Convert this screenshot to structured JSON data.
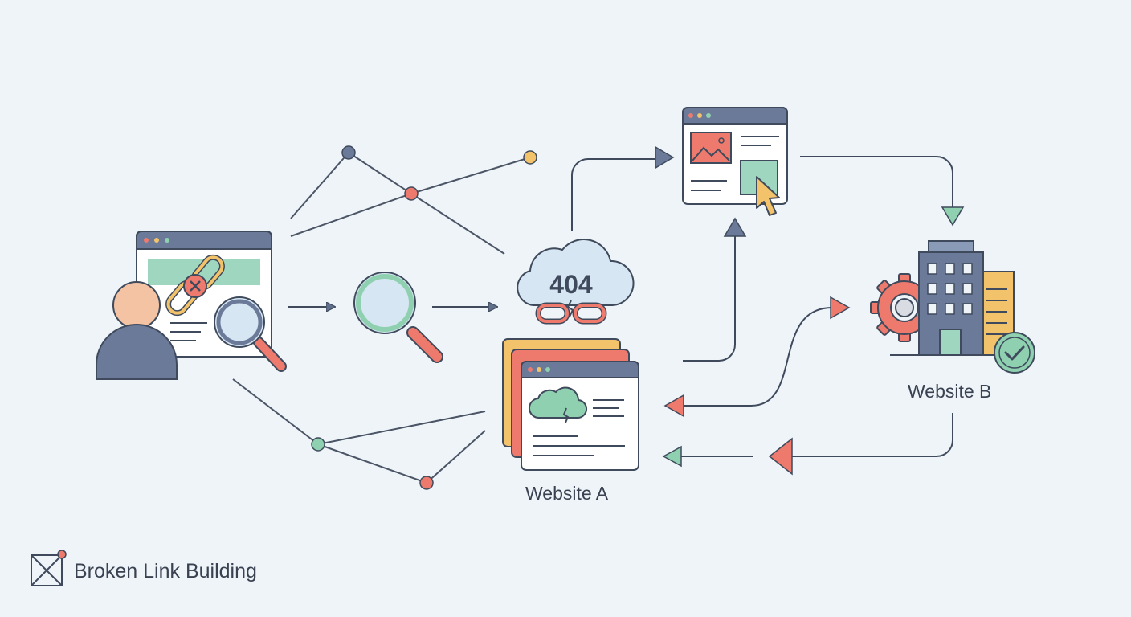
{
  "labels": {
    "error_code": "404",
    "website_a": "Website A",
    "website_b": "Website B"
  },
  "footer": {
    "brand": "Broken Link Building",
    "logo_icon": "broken-link-logo-icon"
  },
  "colors": {
    "background": "#eef4f8",
    "outline": "#3f4a5c",
    "slate": "#6b7a99",
    "mint": "#8fd0b0",
    "coral": "#ee7a6e",
    "peach": "#f3c3a4",
    "amber": "#f3c36b",
    "light_blue": "#d6e6f2"
  }
}
